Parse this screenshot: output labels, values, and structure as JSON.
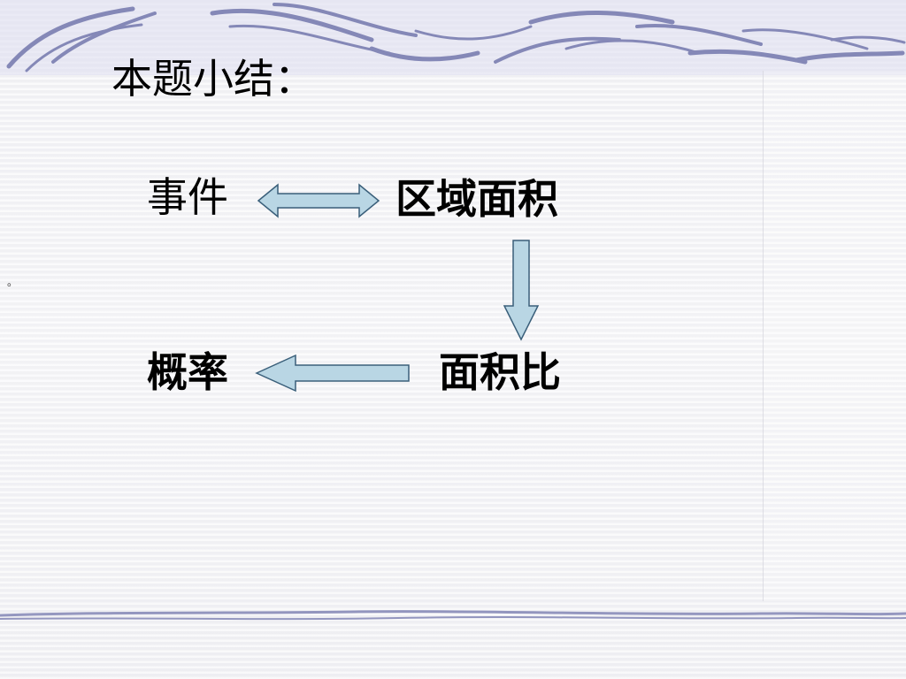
{
  "slide": {
    "title": "本题小结：",
    "nodes": {
      "event": "事件",
      "region_area": "区域面积",
      "area_ratio": "面积比",
      "probability": "概率"
    },
    "side_mark": "。"
  },
  "colors": {
    "arrow_fill": "#b9d6e4",
    "arrow_stroke": "#3a5f7a",
    "band_stroke": "#6f73a8",
    "background": "#f4f4f6"
  }
}
